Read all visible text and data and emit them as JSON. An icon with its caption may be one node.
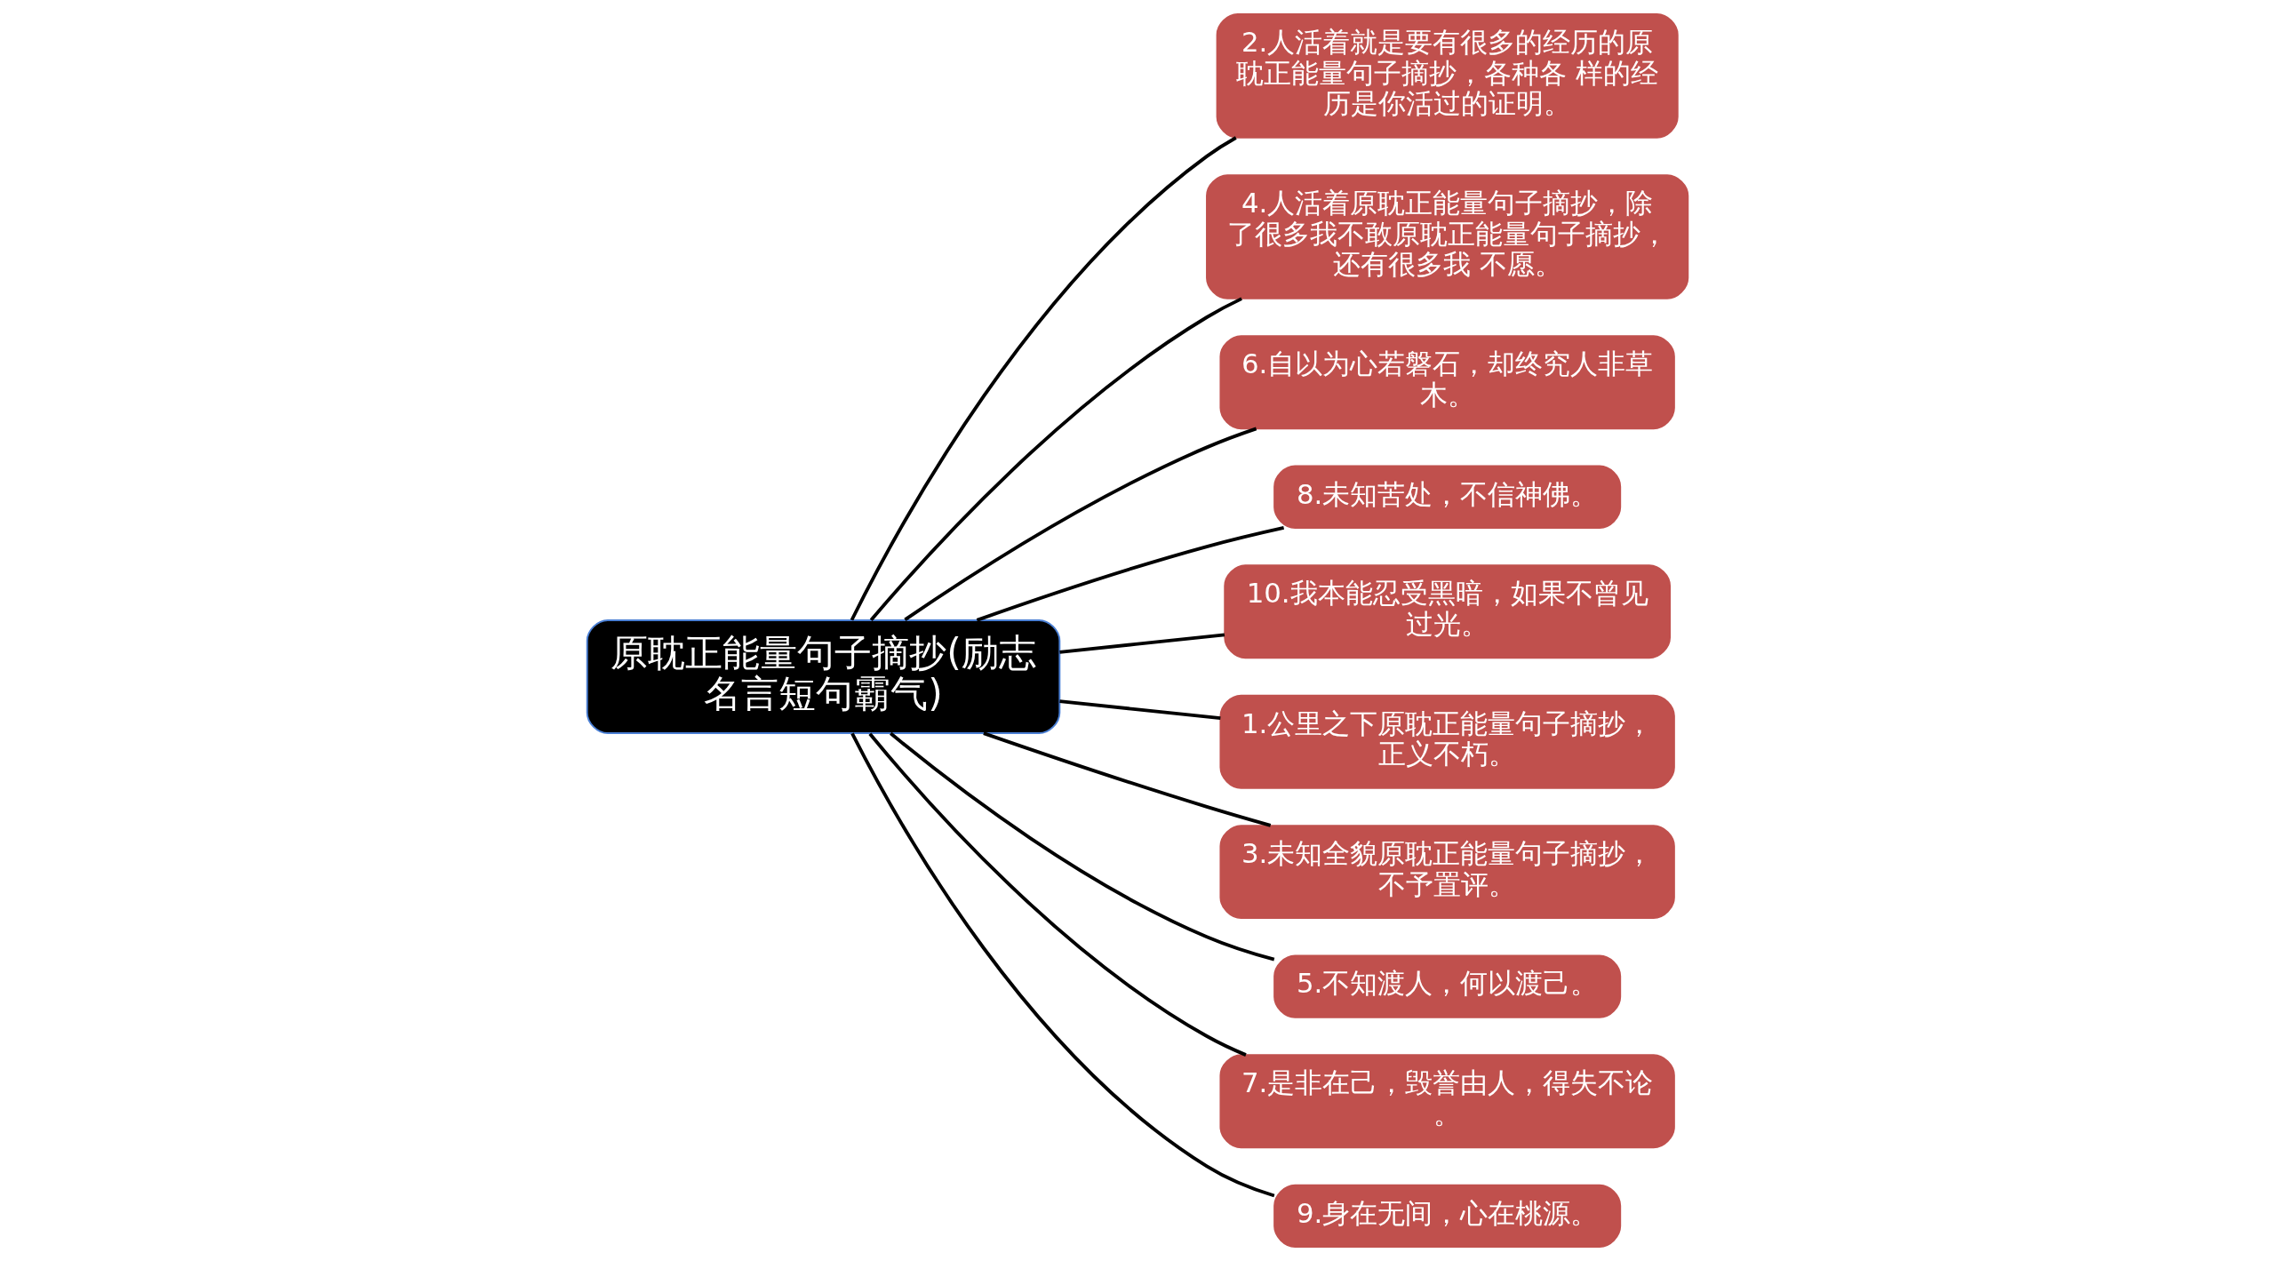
{
  "diagram": {
    "nodes": [
      {
        "text": [
          "原耽正能量句子摘抄(励志名言短句霸气)"
        ]
      },
      {
        "text": [
          "2.人活着就是要有很多的经历的原耽正能量句子摘抄，各种各 样的经历是你活过的证明。"
        ]
      },
      {
        "text": [
          "4.人活着原耽正能量句子摘抄，除了很多我不敢原耽正能量句子摘抄，还有很多我 不愿。"
        ]
      },
      {
        "text": [
          "6.自以为心若磐石，却终究人非草木。"
        ]
      },
      {
        "text": [
          "8.未知苦处，不信神佛。"
        ]
      },
      {
        "text": [
          "10.我本能忍受黑暗，如果不曾见过光。"
        ]
      },
      {
        "text": [
          "1.公里之下原耽正能量句子摘抄，正义不朽。"
        ]
      },
      {
        "text": [
          "3.未知全貌原耽正能量句子摘抄，不予置评。"
        ]
      },
      {
        "text": [
          "5.不知渡人，何以渡己。"
        ]
      },
      {
        "text": [
          "7.是非在己，毁誉由人，得失不论。"
        ]
      },
      {
        "text": [
          "9.身在无间，心在桃源。"
        ]
      }
    ],
    "edges": [
      {
        "from": 0,
        "to": 1,
        "arrow": "none"
      },
      {
        "from": 0,
        "to": 2,
        "arrow": "none"
      },
      {
        "from": 0,
        "to": 3,
        "arrow": "none"
      },
      {
        "from": 0,
        "to": 4,
        "arrow": "none"
      },
      {
        "from": 0,
        "to": 5,
        "arrow": "none"
      },
      {
        "from": 0,
        "to": 6,
        "arrow": "none"
      },
      {
        "from": 0,
        "to": 7,
        "arrow": "none"
      },
      {
        "from": 0,
        "to": 8,
        "arrow": "none"
      },
      {
        "from": 0,
        "to": 9,
        "arrow": "none"
      },
      {
        "from": 0,
        "to": 10,
        "arrow": "none"
      }
    ]
  }
}
